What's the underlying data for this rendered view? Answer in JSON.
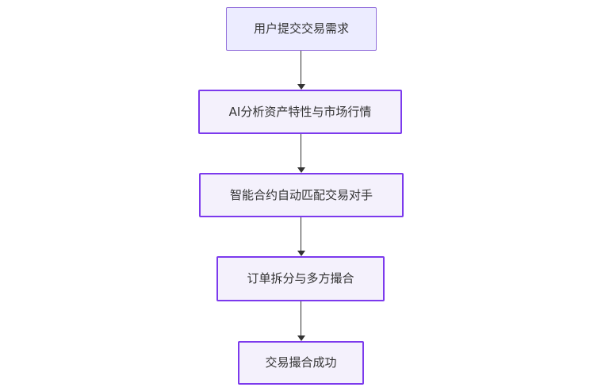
{
  "diagram": {
    "type": "flowchart",
    "direction": "top-down",
    "nodes": [
      {
        "label": "用户提交交易需求"
      },
      {
        "label": "AI分析资产特性与市场行情"
      },
      {
        "label": "智能合约自动匹配交易对手"
      },
      {
        "label": "订单拆分与多方撮合"
      },
      {
        "label": "交易撮合成功"
      }
    ],
    "edges": [
      {
        "from": 0,
        "to": 1
      },
      {
        "from": 1,
        "to": 2
      },
      {
        "from": 2,
        "to": 3
      },
      {
        "from": 3,
        "to": 4
      }
    ],
    "colors": {
      "background": "#FFFFFF",
      "startFill": "#ECECFF",
      "startBorder": "#9370DB",
      "accentFill": "#F4F1FC",
      "accentBorder": "#7C3AED",
      "edge": "#333333",
      "text": "#333333"
    }
  }
}
